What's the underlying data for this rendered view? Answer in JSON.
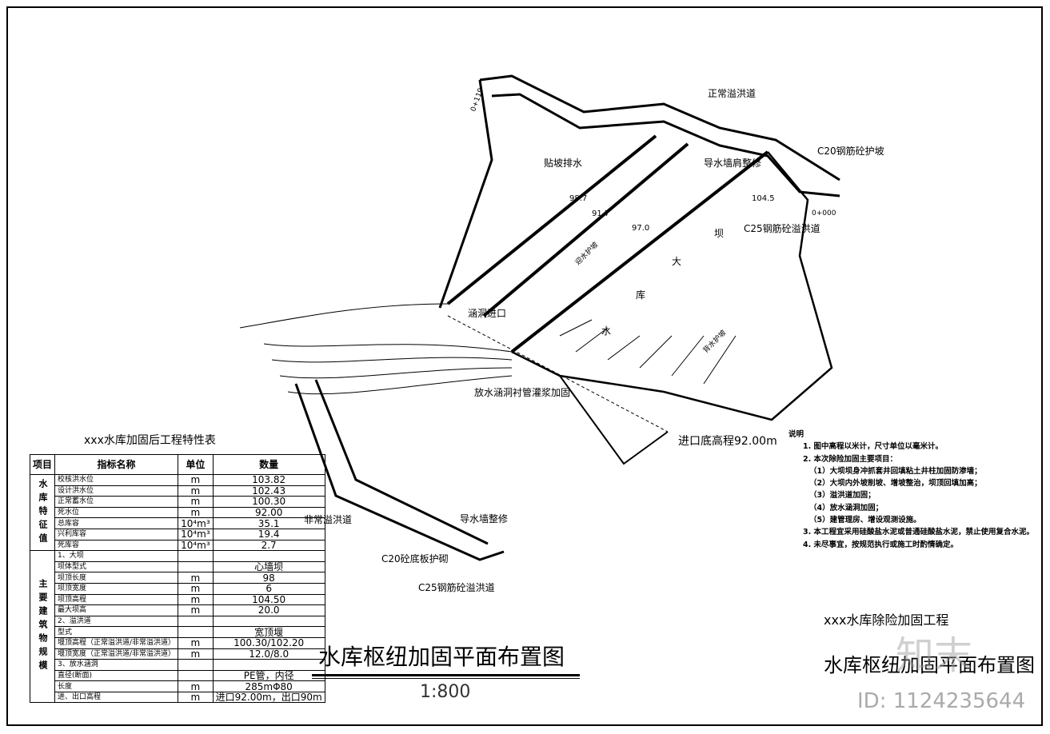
{
  "table": {
    "title": "xxx水库加固后工程特性表",
    "headers": [
      "项目",
      "指标名称",
      "单位",
      "数量"
    ],
    "group1": "水库特征值",
    "group2": "主要建筑物规模",
    "rows1": [
      [
        "校核洪水位",
        "m",
        "103.82"
      ],
      [
        "设计洪水位",
        "m",
        "102.43"
      ],
      [
        "正常蓄水位",
        "m",
        "100.30"
      ],
      [
        "死水位",
        "m",
        "92.00"
      ],
      [
        "总库容",
        "10⁴m³",
        "35.1"
      ],
      [
        "兴利库容",
        "10⁴m³",
        "19.4"
      ],
      [
        "死库容",
        "10⁴m³",
        "2.7"
      ]
    ],
    "rows2": [
      [
        "1、大坝",
        "",
        ""
      ],
      [
        "坝体型式",
        "",
        "心墙坝"
      ],
      [
        "坝顶长度",
        "m",
        "98"
      ],
      [
        "坝顶宽度",
        "m",
        "6"
      ],
      [
        "坝顶高程",
        "m",
        "104.50"
      ],
      [
        "最大坝高",
        "m",
        "20.0"
      ],
      [
        "2、溢洪道",
        "",
        ""
      ],
      [
        "型式",
        "",
        "宽顶堰"
      ],
      [
        "堰顶高程（正常溢洪道/非常溢洪道）",
        "m",
        "100.30/102.20"
      ],
      [
        "堰顶宽度（正常溢洪道/非常溢洪道）",
        "m",
        "12.0/8.0"
      ],
      [
        "3、放水涵洞",
        "",
        ""
      ],
      [
        "直径(断面)",
        "",
        "PE管，内径"
      ],
      [
        "长度",
        "m",
        "285mΦ80"
      ],
      [
        "进、出口高程",
        "m",
        "进口92.00m，出口90m"
      ]
    ]
  },
  "notes": {
    "title": "说明",
    "items": [
      "1. 图中高程以米计，尺寸单位以毫米计。",
      "2. 本次除险加固主要项目：",
      "（1）大坝坝身冲抓套井回填粘土井柱加固防渗墙；",
      "（2）大坝内外坡削坡、增坡整治，坝顶回填加高；",
      "（3）溢洪道加固；",
      "（4）放水涵洞加固；",
      "（5）建管理房、增设观测设施。",
      "3. 本工程宜采用硅酸盐水泥或普通硅酸盐水泥，禁止使用复合水泥。",
      "4. 未尽事宜，按规范执行或施工时酌情确定。"
    ]
  },
  "labels": {
    "normal_spillway": "正常溢洪道",
    "c20_slope": "C20钢筋砼护坡",
    "c25_spillway": "C25钢筋砼溢洪道",
    "drain": "贴坡排水",
    "guide_wall_top": "导水墙肩整修",
    "elev1": "98.7",
    "elev2": "91.7",
    "elev3": "97.0",
    "elev4": "104.5",
    "dam1": "大",
    "dam2": "坝",
    "res1": "水",
    "res2": "库",
    "upstream": "迎水护坡",
    "downstream": "背水护坡",
    "culvert_inlet": "涵洞进口",
    "culvert": "放水涵洞衬管灌浆加固",
    "inlet_elev": "进口底高程92.00m",
    "emergency": "非常溢洪道",
    "guide_wall": "导水墙整修",
    "c20_floor": "C20砼底板护砌",
    "c25_spillway2": "C25钢筋砼溢洪道",
    "st0": "0+000",
    "st1": "0+119"
  },
  "title": {
    "main": "水库枢纽加固平面布置图",
    "scale": "1:800",
    "project": "xxx水库除险加固工程",
    "sub": "水库枢纽加固平面布置图"
  },
  "watermark": "知末",
  "id": "ID: 1124235644"
}
